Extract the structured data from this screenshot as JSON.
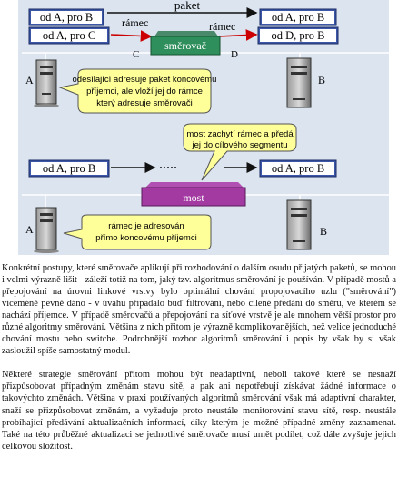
{
  "diagram_router": {
    "paket_label": "paket",
    "ramec_left": "rámec",
    "ramec_right": "rámec",
    "box_tl": "od A, pro B",
    "box_tr": "od A, pro B",
    "box_bl": "od A, pro C",
    "box_br": "od D, pro B",
    "router_label": "směrovač",
    "port_c": "C",
    "port_d": "D",
    "host_a": "A",
    "host_b": "B",
    "bubble_lines": [
      "odesílající adresuje paket koncovému",
      "příjemci, ale vloží jej do rámce",
      "který adresuje směrovači"
    ]
  },
  "diagram_bridge": {
    "bubble_top_lines": [
      "most zachytí rámec a předá",
      "jej do cílového segmentu"
    ],
    "box_left": "od A, pro B",
    "box_right": "od A, pro B",
    "bridge_label": "most",
    "host_a": "A",
    "host_b": "B",
    "bubble_bottom_lines": [
      "rámec je adresován",
      "přímo koncovému příjemci"
    ]
  },
  "text": {
    "paragraph1": "Konkrétní postupy, které směrovače aplikují při rozhodování o dalším osudu přijatých paketů, se mohou i velmi výrazně lišit - záleží totiž na tom, jaký tzv. algoritmus směrování je používán. V případě mostů a přepojování na úrovni linkové vrstvy bylo optimální chování propojovacího uzlu (\"směrování\") víceméně pevně dáno - v úvahu připadalo buď filtrování, nebo cílené předání do směru, ve kterém se nachází příjemce. V případě směrovačů a přepojování na síťové vrstvě je ale mnohem větší prostor pro různé algoritmy směrování. Většina z nich přitom je výrazně komplikovanějších, než velice jednoduché chování mostu nebo switche. Podrobnější rozbor algoritmů směrování i popis by však by si však zasloužil spíše samostatný modul.",
    "paragraph2": "Některé strategie směrování přitom mohou být neadaptivní, neboli takové které se nesnaží přizpůsobovat případným změnám stavu sítě, a pak ani nepotřebují získávat žádné informace o takovýchto změnách. Většina v praxi používaných algoritmů směrování však má adaptivní charakter, snaží se přizpůsobovat změnám, a vyžaduje proto neustále monitorování stavu sítě, resp. neustále probíhající předávání aktualizačních informací, díky kterým je možné případné změny zaznamenat. Také na této průběžné aktualizaci se jednotlivé směrovače musí umět podílet, což dále zvyšuje jejich celkovou složitost."
  }
}
